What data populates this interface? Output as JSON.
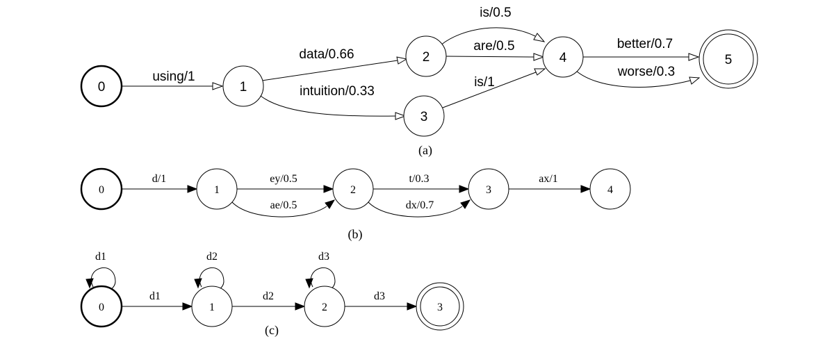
{
  "diagram_a": {
    "caption": "(a)",
    "states": [
      "0",
      "1",
      "2",
      "3",
      "4",
      "5"
    ],
    "edges": {
      "e01": "using/1",
      "e12": "data/0.66",
      "e13": "intuition/0.33",
      "e24_is": "is/0.5",
      "e24_are": "are/0.5",
      "e34": "is/1",
      "e45_better": "better/0.7",
      "e45_worse": "worse/0.3"
    }
  },
  "diagram_b": {
    "caption": "(b)",
    "states": [
      "0",
      "1",
      "2",
      "3",
      "4"
    ],
    "edges": {
      "e01": "d/1",
      "e12_ey": "ey/0.5",
      "e12_ae": "ae/0.5",
      "e23_t": "t/0.3",
      "e23_dx": "dx/0.7",
      "e34": "ax/1"
    }
  },
  "diagram_c": {
    "caption": "(c)",
    "states": [
      "0",
      "1",
      "2",
      "3"
    ],
    "loops": [
      "d1",
      "d2",
      "d3"
    ],
    "edges": {
      "e01": "d1",
      "e12": "d2",
      "e23": "d3"
    }
  }
}
